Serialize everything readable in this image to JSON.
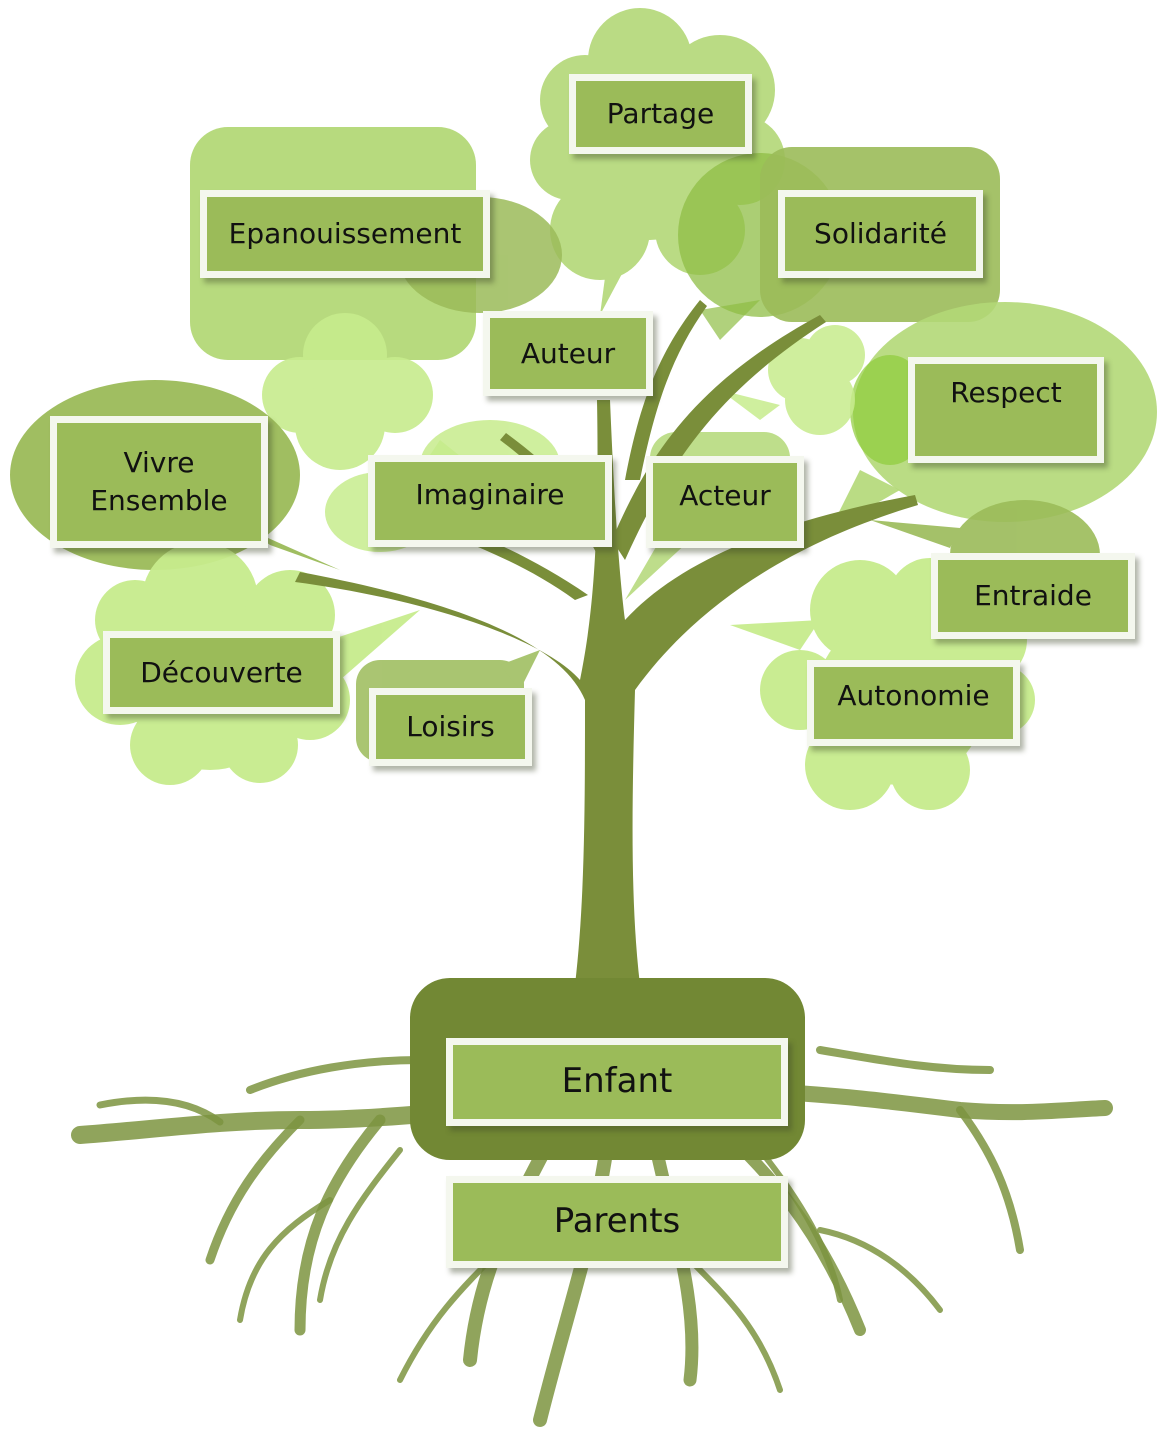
{
  "colors": {
    "bubble_light": "#c7ec8d",
    "bubble_mid": "#b3d877",
    "bubble_dark": "#9bbb59",
    "trunk": "#7a8e3a",
    "root_box": "#728834",
    "label_fill": "#9bbb59",
    "label_border": "#f4f7ee"
  },
  "tree": {
    "root_label": "Enfant",
    "base_label": "Parents"
  },
  "labels": [
    {
      "id": "partage",
      "text": "Partage"
    },
    {
      "id": "epanouissement",
      "text": "Epanouissement"
    },
    {
      "id": "solidarite",
      "text": "Solidarité"
    },
    {
      "id": "auteur",
      "text": "Auteur"
    },
    {
      "id": "respect",
      "text": "Respect"
    },
    {
      "id": "vivre-ensemble",
      "text": "Vivre\nEnsemble"
    },
    {
      "id": "imaginaire",
      "text": "Imaginaire"
    },
    {
      "id": "acteur",
      "text": "Acteur"
    },
    {
      "id": "entraide",
      "text": "Entraide"
    },
    {
      "id": "decouverte",
      "text": "Découverte"
    },
    {
      "id": "autonomie",
      "text": "Autonomie"
    },
    {
      "id": "loisirs",
      "text": "Loisirs"
    }
  ]
}
